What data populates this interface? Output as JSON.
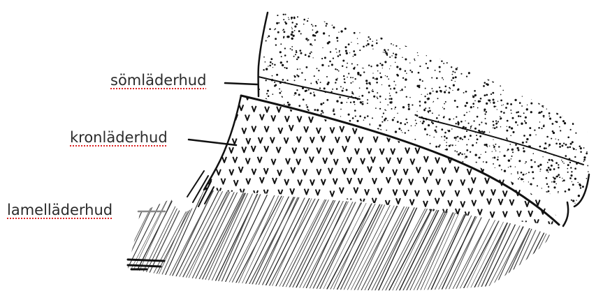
{
  "labels": {
    "somladerhud": "sömläderhud",
    "kronladerhud": "kronläderhud",
    "lamellladerhud": "lamelläderhud"
  },
  "colors": {
    "ink": "#111111",
    "label_text": "#2b2b2b",
    "spellcheck_underline": "#dd2222",
    "hatch_gray": "#555555"
  }
}
